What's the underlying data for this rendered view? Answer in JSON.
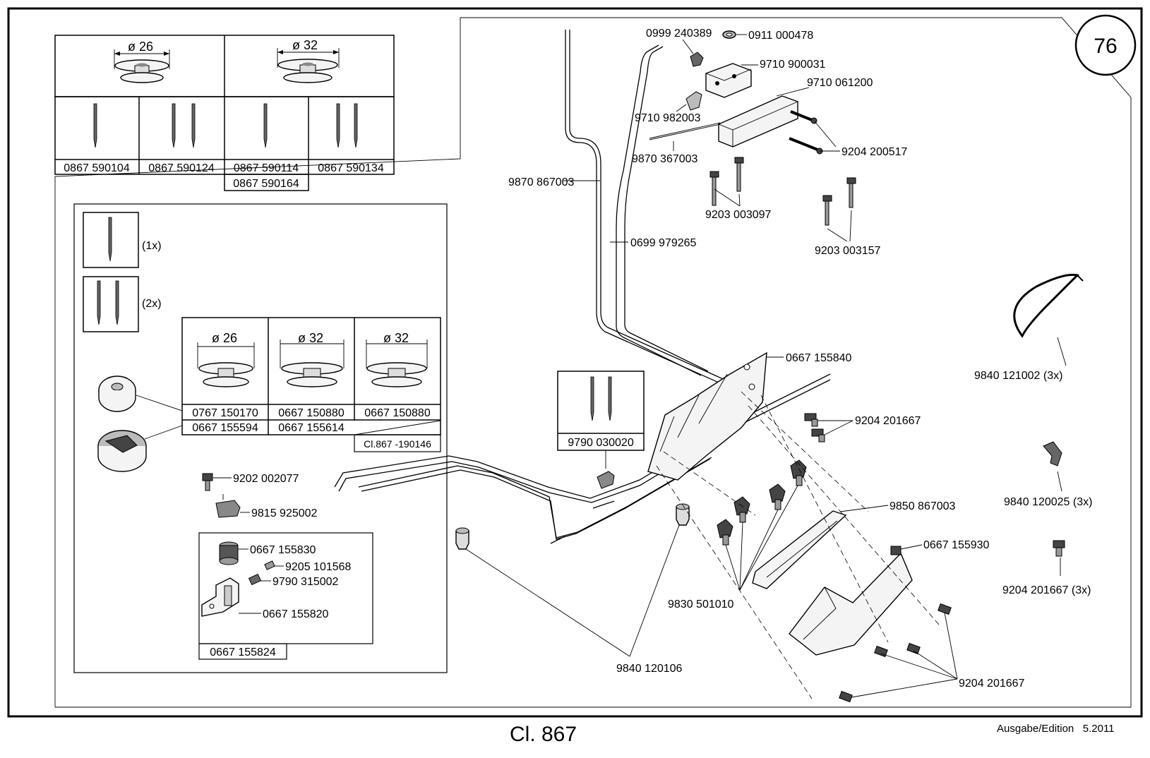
{
  "page_number": "76",
  "footer": {
    "model": "Cl. 867",
    "edition": "Ausgabe/Edition   5.2011"
  },
  "needle_table": {
    "bobbin_diameters": [
      "ø 26",
      "ø 32"
    ],
    "part_numbers": [
      "0867 590104",
      "0867 590124",
      "0867 590114",
      "0867 590134"
    ],
    "extra_part": "0867 590164"
  },
  "inset": {
    "needle_counts": [
      "(1x)",
      "(2x)"
    ],
    "bobbin_diameters": [
      "ø 26",
      "ø 32",
      "ø 32"
    ],
    "bobbin_parts_row1": [
      "0767 150170",
      "0667 150880",
      "0667 150880"
    ],
    "bobbin_parts_row2": [
      "0667 155594",
      "0667 155614"
    ],
    "class_note": "Cl.867 -190146",
    "hook_parts": [
      "9202 002077",
      "9815 925002",
      "0667 155830",
      "9205 101568",
      "9790 315002",
      "0667 155820"
    ],
    "hook_assembly": "0667 155824"
  },
  "needle_box": {
    "part": "9790 030020"
  },
  "callouts": {
    "c0999_240389": "0999 240389",
    "c0911_000478": "0911 000478",
    "c9710_900031": "9710 900031",
    "c9710_061200": "9710 061200",
    "c9710_982003": "9710 982003",
    "c9204_200517": "9204 200517",
    "c9870_367003": "9870 367003",
    "c9870_867003": "9870 867003",
    "c9203_003097": "9203 003097",
    "c9203_003157": "9203 003157",
    "c0699_979265": "0699 979265",
    "c0667_155840": "0667 155840",
    "c9840_121002": "9840 121002 (3x)",
    "c9204_201667a": "9204 201667",
    "c9840_120025": "9840 120025 (3x)",
    "c9850_867003": "9850 867003",
    "c0667_155930": "0667 155930",
    "c9204_201667_3x": "9204 201667 (3x)",
    "c9830_501010": "9830 501010",
    "c9840_120106": "9840 120106",
    "c9204_201667b": "9204 201667"
  }
}
